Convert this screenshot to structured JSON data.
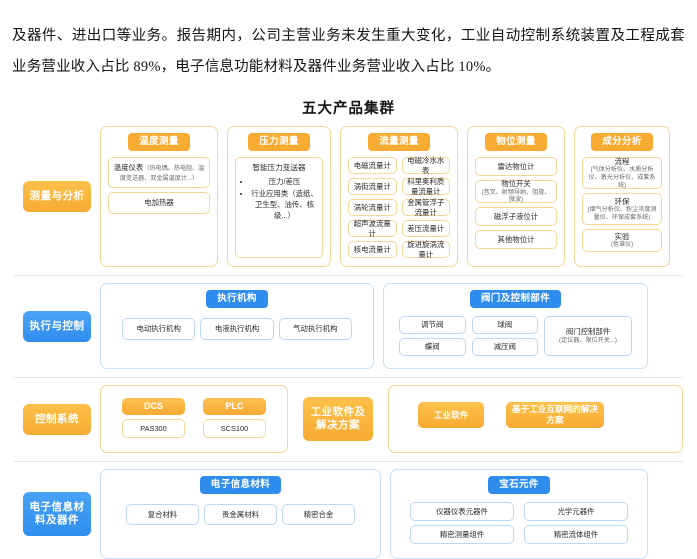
{
  "document": {
    "paragraph": "及器件、进出口等业务。报告期内，公司主营业务未发生重大变化，工业自动控制系统装置及工程成套业务营业收入占比 89%，电子信息功能材料及器件业务营业收入占比 10%。",
    "figure_title": "五大产品集群"
  },
  "colors": {
    "orange": "#f7ab33",
    "orange_border": "#f6d79a",
    "blue": "#2f8ded",
    "blue_border": "#cadff8",
    "text": "#2a2a2a"
  },
  "rows": [
    {
      "label": "测量与分析",
      "theme": "orange",
      "panels": [
        {
          "head": "温度测量",
          "items": [
            {
              "main": "温度仪表",
              "note": "（热电偶、热电阻、温度变送器、双金属温度计...）"
            },
            {
              "main": "电加热器",
              "note": ""
            }
          ]
        },
        {
          "head": "压力测量",
          "title": "智能压力变送器",
          "bullets": [
            "压力/差压",
            "行业应用类（造纸、卫生型、油传、核级...）"
          ]
        },
        {
          "head": "流量测量",
          "grid": [
            "电磁流量计",
            "电磁冷水水表",
            "涡街流量计",
            "科里奥利质量流量计",
            "涡轮流量计",
            "金属管浮子流量计",
            "超声波流量计",
            "差压流量计",
            "核电流量计",
            "旋进旋涡流量计"
          ]
        },
        {
          "head": "物位测量",
          "stack": [
            {
              "main": "雷达物位计",
              "note": ""
            },
            {
              "main": "物位开关",
              "note": "(音叉、射频导纳、阻旋、微波)"
            },
            {
              "main": "磁浮子液位计",
              "note": ""
            },
            {
              "main": "其他物位计",
              "note": ""
            }
          ]
        },
        {
          "head": "成分分析",
          "stack": [
            {
              "main": "流程",
              "note": "(气体分析仪、水质分析仪、激光分析仪、成套系统)"
            },
            {
              "main": "环保",
              "note": "(烟气分析仪、粉尘浓度测量仪、环保成套系统)"
            },
            {
              "main": "实验",
              "note": "(色谱仪)"
            }
          ]
        }
      ]
    },
    {
      "label": "执行与控制",
      "theme": "blue",
      "panels": [
        {
          "head": "执行机构",
          "grid": [
            "电动执行机构",
            "电液执行机构",
            "气动执行机构"
          ]
        },
        {
          "head": "阀门及控制部件",
          "grid_left": [
            "调节阀",
            "蝶阀",
            "球阀",
            "减压阀"
          ],
          "wide": {
            "main": "阀门控制部件",
            "note": "(定位器、限位开关...)"
          }
        }
      ]
    },
    {
      "label": "控制系统",
      "theme": "orange",
      "panels": [
        {
          "pairs": [
            {
              "head": "DCS",
              "value": "PAS300"
            },
            {
              "head": "PLC",
              "value": "SCS100"
            }
          ]
        }
      ],
      "extra_label": "工业软件及解决方案",
      "extra_panel": {
        "buttons": [
          "工业软件",
          "基于工业互联网的解决方案"
        ]
      }
    },
    {
      "label": "电子信息材料及器件",
      "theme": "blue",
      "panels": [
        {
          "head": "电子信息材料",
          "grid": [
            "复合材料",
            "贵金属材料",
            "精密合金"
          ]
        },
        {
          "head": "宝石元件",
          "grid": [
            "仪器仪表元器件",
            "光学元器件",
            "精密测量组件",
            "精密流体组件"
          ]
        }
      ]
    }
  ]
}
